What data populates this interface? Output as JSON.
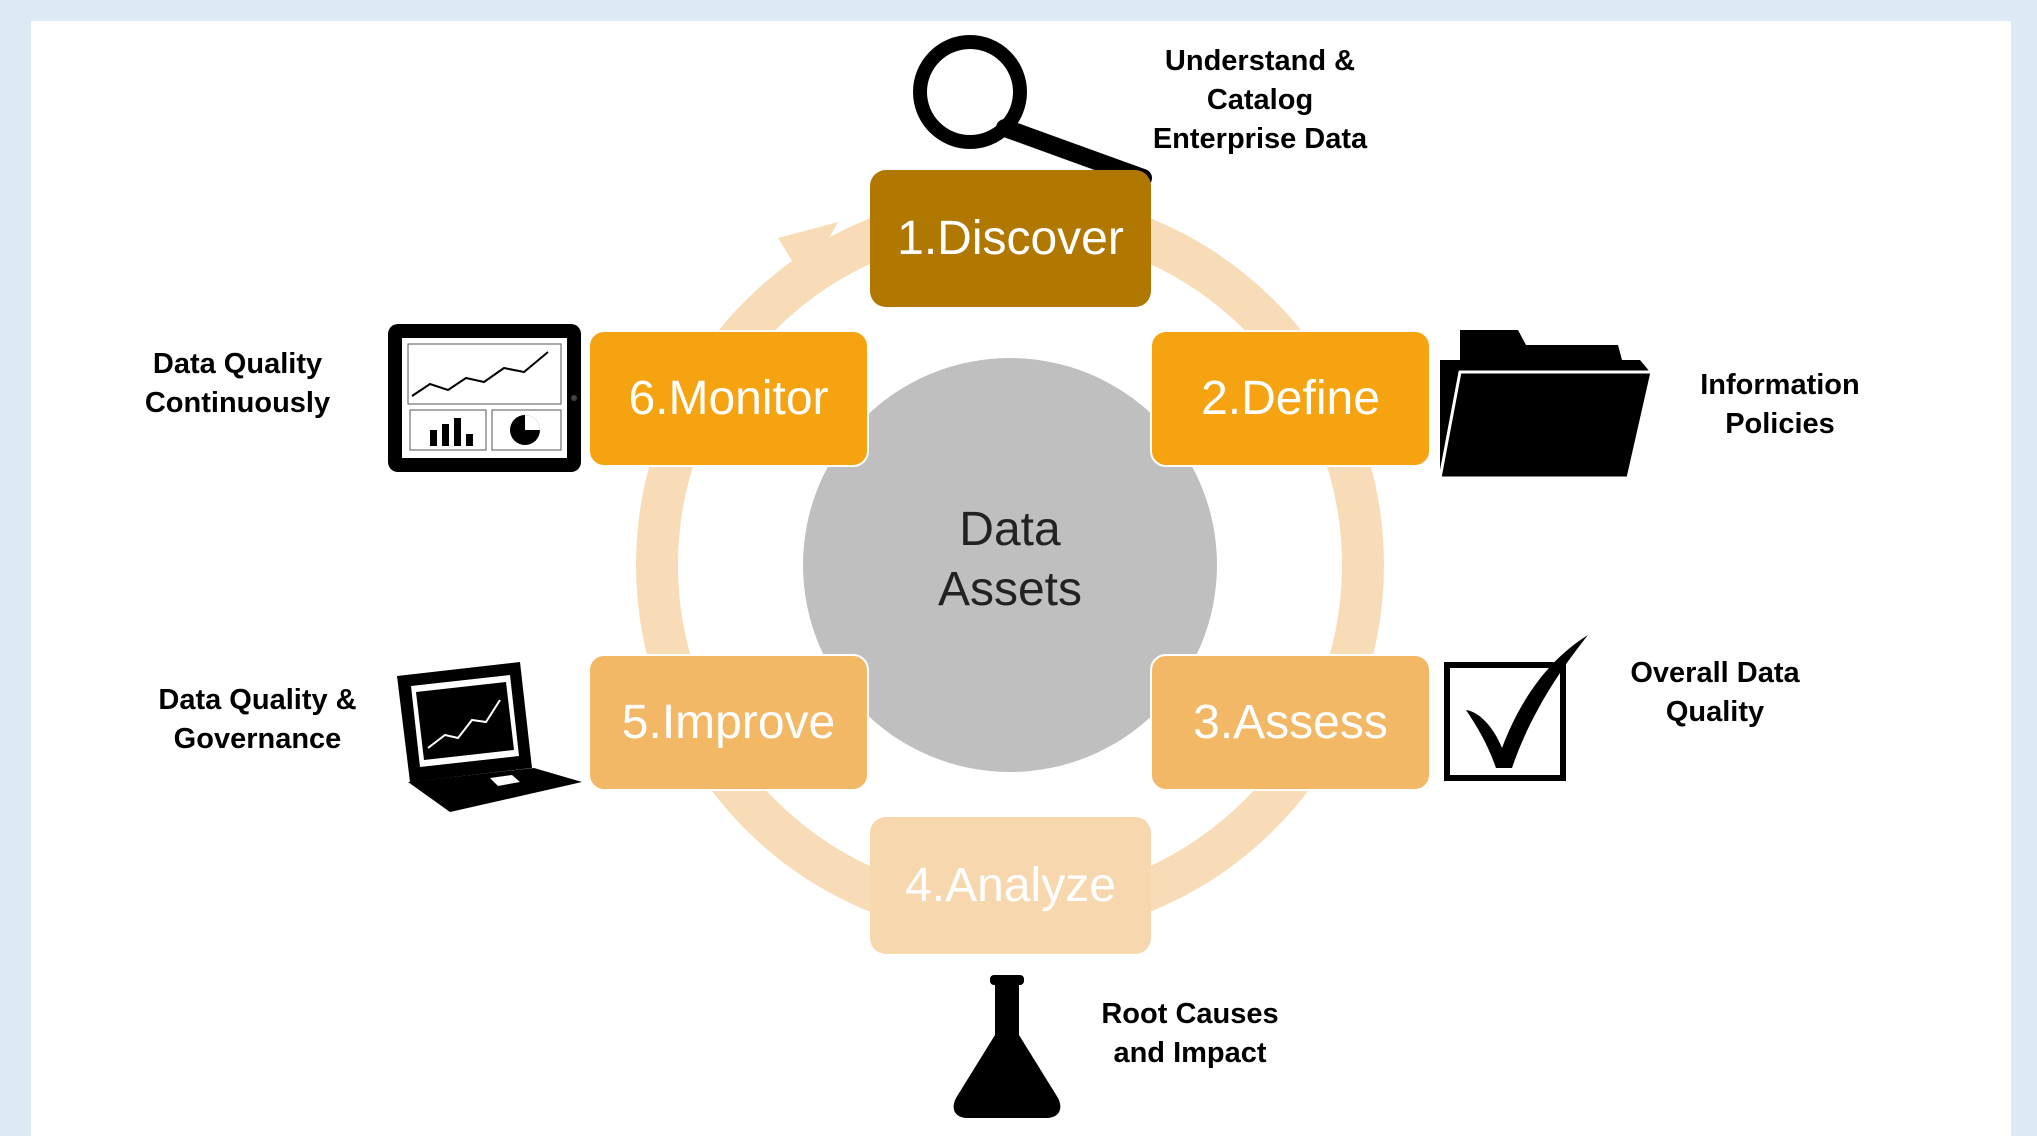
{
  "center": {
    "label": "Data\nAssets",
    "color": "#bfbfbf"
  },
  "steps": [
    {
      "label": "1.Discover",
      "color": "#b07800",
      "caption": "Understand &\nCatalog\nEnterprise Data",
      "icon": "magnifier-icon"
    },
    {
      "label": "2.Define",
      "color": "#f5a310",
      "caption": "Information\nPolicies",
      "icon": "folder-icon"
    },
    {
      "label": "3.Assess",
      "color": "#f2b866",
      "caption": "Overall Data\nQuality",
      "icon": "checkbox-icon"
    },
    {
      "label": "4.Analyze",
      "color": "#f7d8ae",
      "caption": "Root Causes\nand Impact",
      "icon": "flask-icon"
    },
    {
      "label": "5.Improve",
      "color": "#f2b866",
      "caption": "Data Quality  &\nGovernance",
      "icon": "laptop-icon"
    },
    {
      "label": "6.Monitor",
      "color": "#f5a310",
      "caption": "Data Quality\nContinuously",
      "icon": "tablet-dashboard-icon"
    }
  ],
  "colors": {
    "ring": "#f8dcb8",
    "background": "#dde9f5",
    "panel": "#ffffff"
  }
}
